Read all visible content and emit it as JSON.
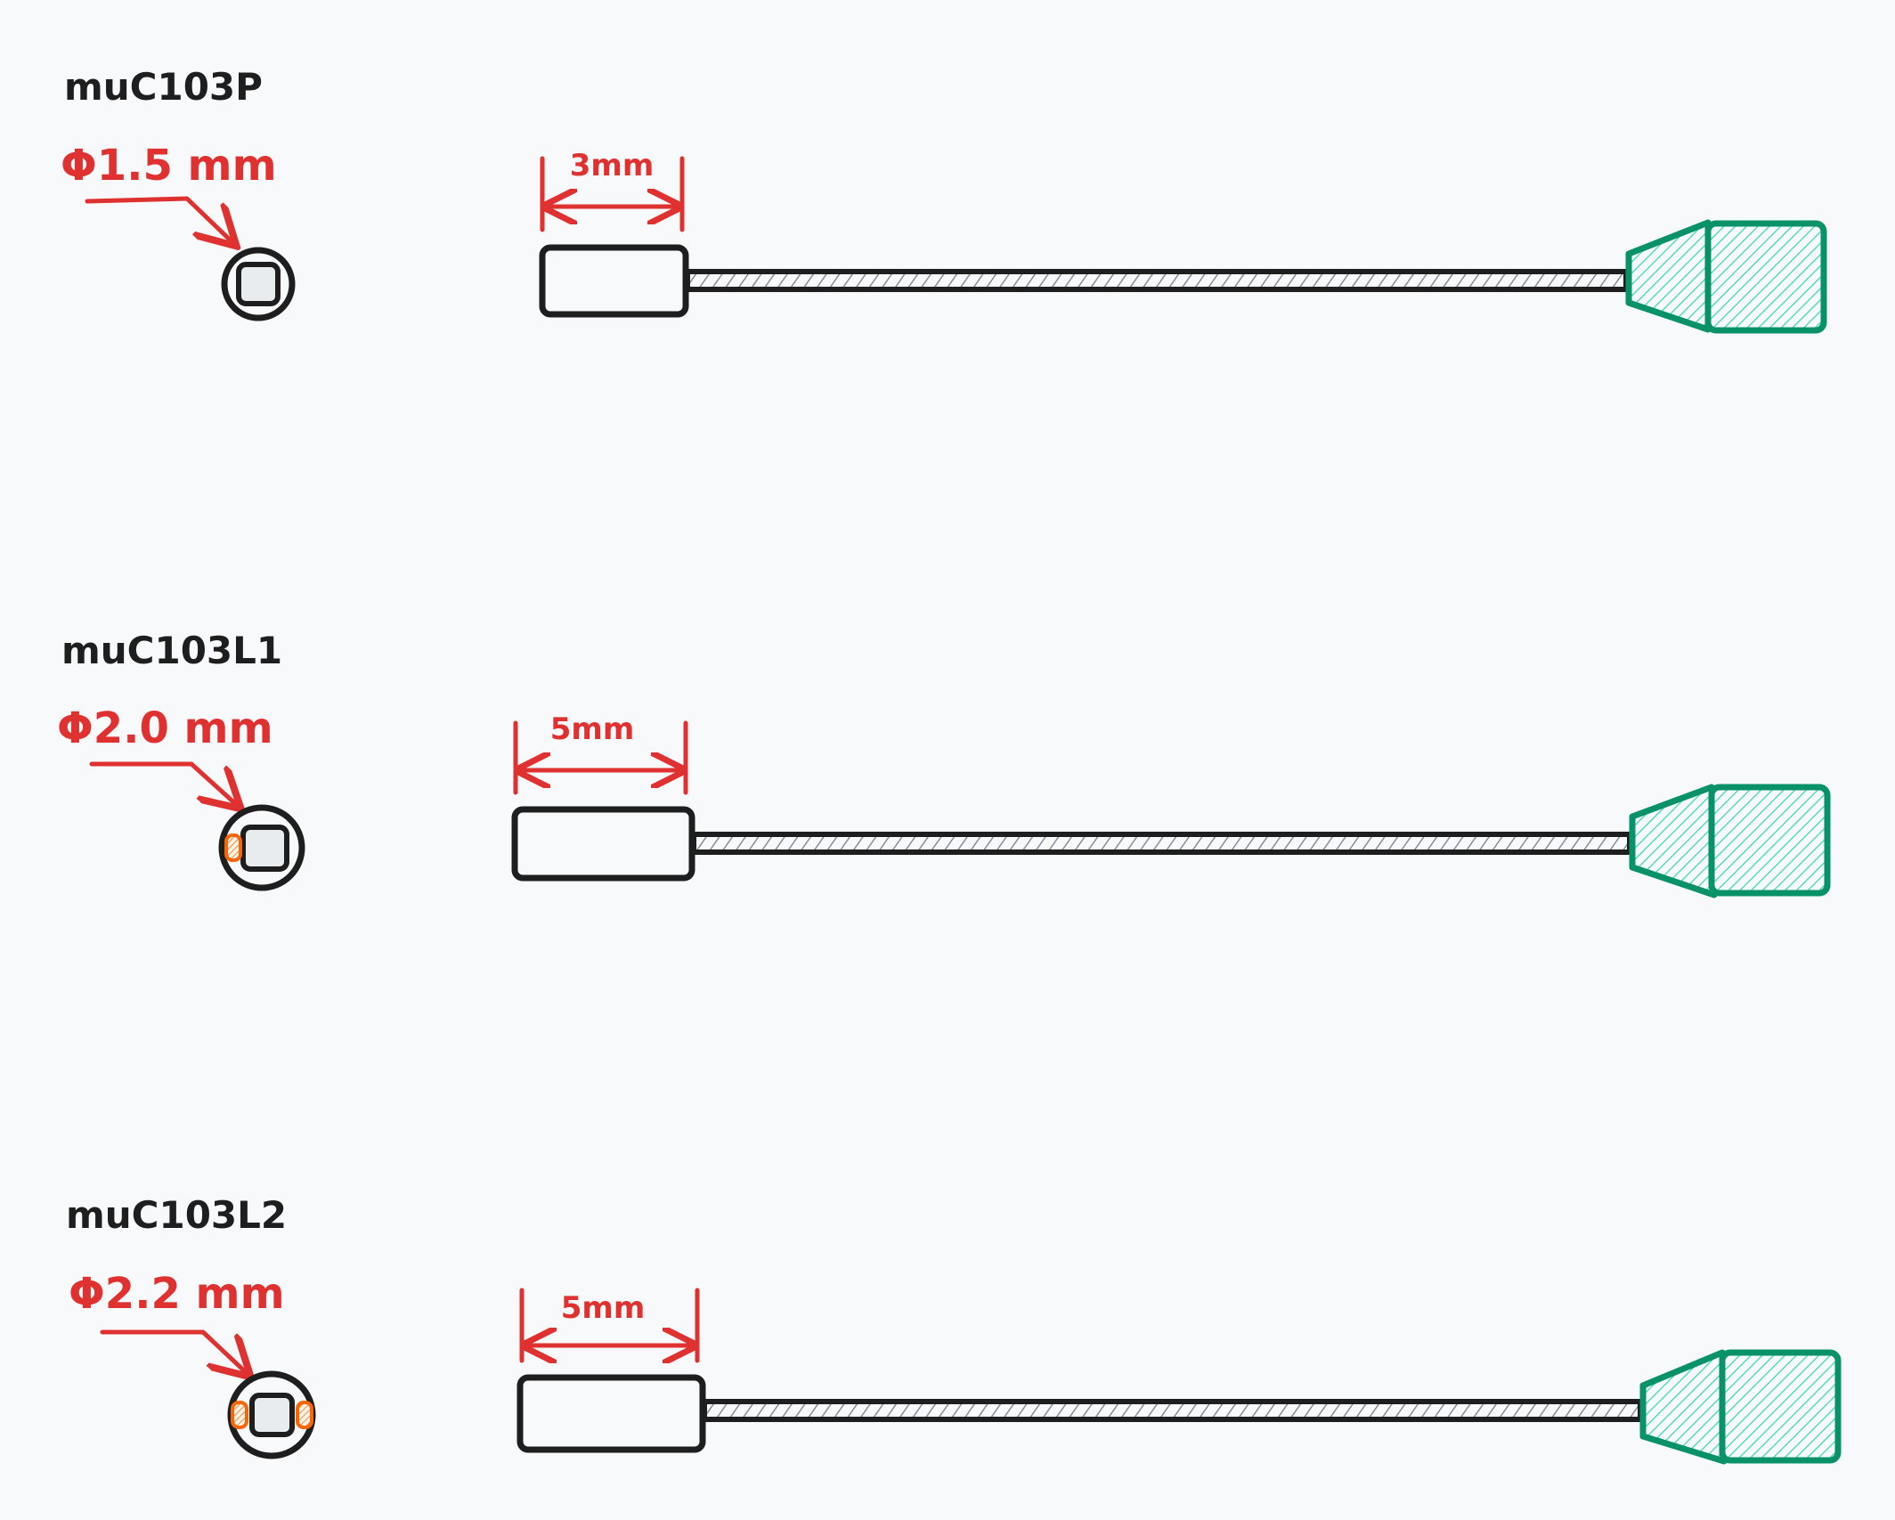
{
  "colors": {
    "background": "#f8f9fa",
    "ink": "#1e1e1e",
    "dimension": "#e03131",
    "connector": "#099268",
    "pad": "#f76707",
    "cable_hatch": "#868e96"
  },
  "sensors": [
    {
      "model": "muC103P",
      "diameter": "Φ1.5 mm",
      "length": "3mm",
      "side_pads": 0
    },
    {
      "model": "muC103L1",
      "diameter": "Φ2.0 mm",
      "length": "5mm",
      "side_pads": 1
    },
    {
      "model": "muC103L2",
      "diameter": "Φ2.2 mm",
      "length": "5mm",
      "side_pads": 2
    }
  ]
}
